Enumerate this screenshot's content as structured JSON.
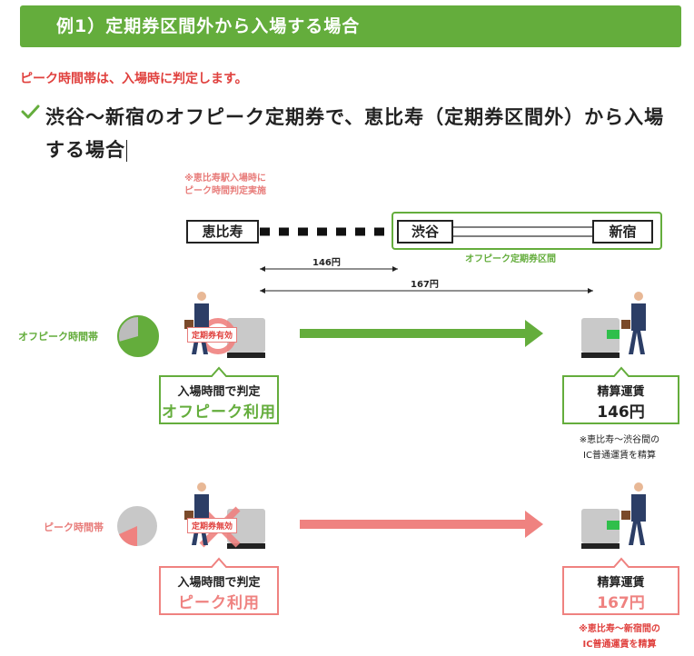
{
  "header": {
    "title": "例1）定期券区間外から入場する場合"
  },
  "note": "ピーク時間帯は、入場時に判定します。",
  "heading": "渋谷〜新宿のオフピーク定期券で、恵比寿（定期券区間外）から入場する場合",
  "diagram": {
    "entry_note": "※恵比寿駅入場時に ピーク時間判定実施",
    "stations": {
      "ebisu": "恵比寿",
      "shibuya": "渋谷",
      "shinjuku": "新宿"
    },
    "pass_section_label": "オフピーク定期券区間",
    "fare_to_shibuya": "146円",
    "fare_to_shinjuku": "167円"
  },
  "offpeak": {
    "label": "オフピーク時間帯",
    "tag": "定期券有効",
    "callout_line1": "入場時間で判定",
    "callout_line2": "オフピーク利用",
    "settle_line1": "精算運賃",
    "settle_line2": "146円",
    "footnote_line1": "※恵比寿〜渋谷間の",
    "footnote_line2": "IC普通運賃を精算"
  },
  "peak": {
    "label": "ピーク時間帯",
    "tag": "定期券無効",
    "callout_line1": "入場時間で判定",
    "callout_line2": "ピーク利用",
    "settle_line1": "精算運賃",
    "settle_line2": "167円",
    "footnote_line1": "※恵比寿〜新宿間の",
    "footnote_line2": "IC普通運賃を精算"
  },
  "colors": {
    "green": "#64ad3c",
    "red": "#e0413e",
    "pink": "#ef8280",
    "light_pink": "#e87d7b"
  }
}
